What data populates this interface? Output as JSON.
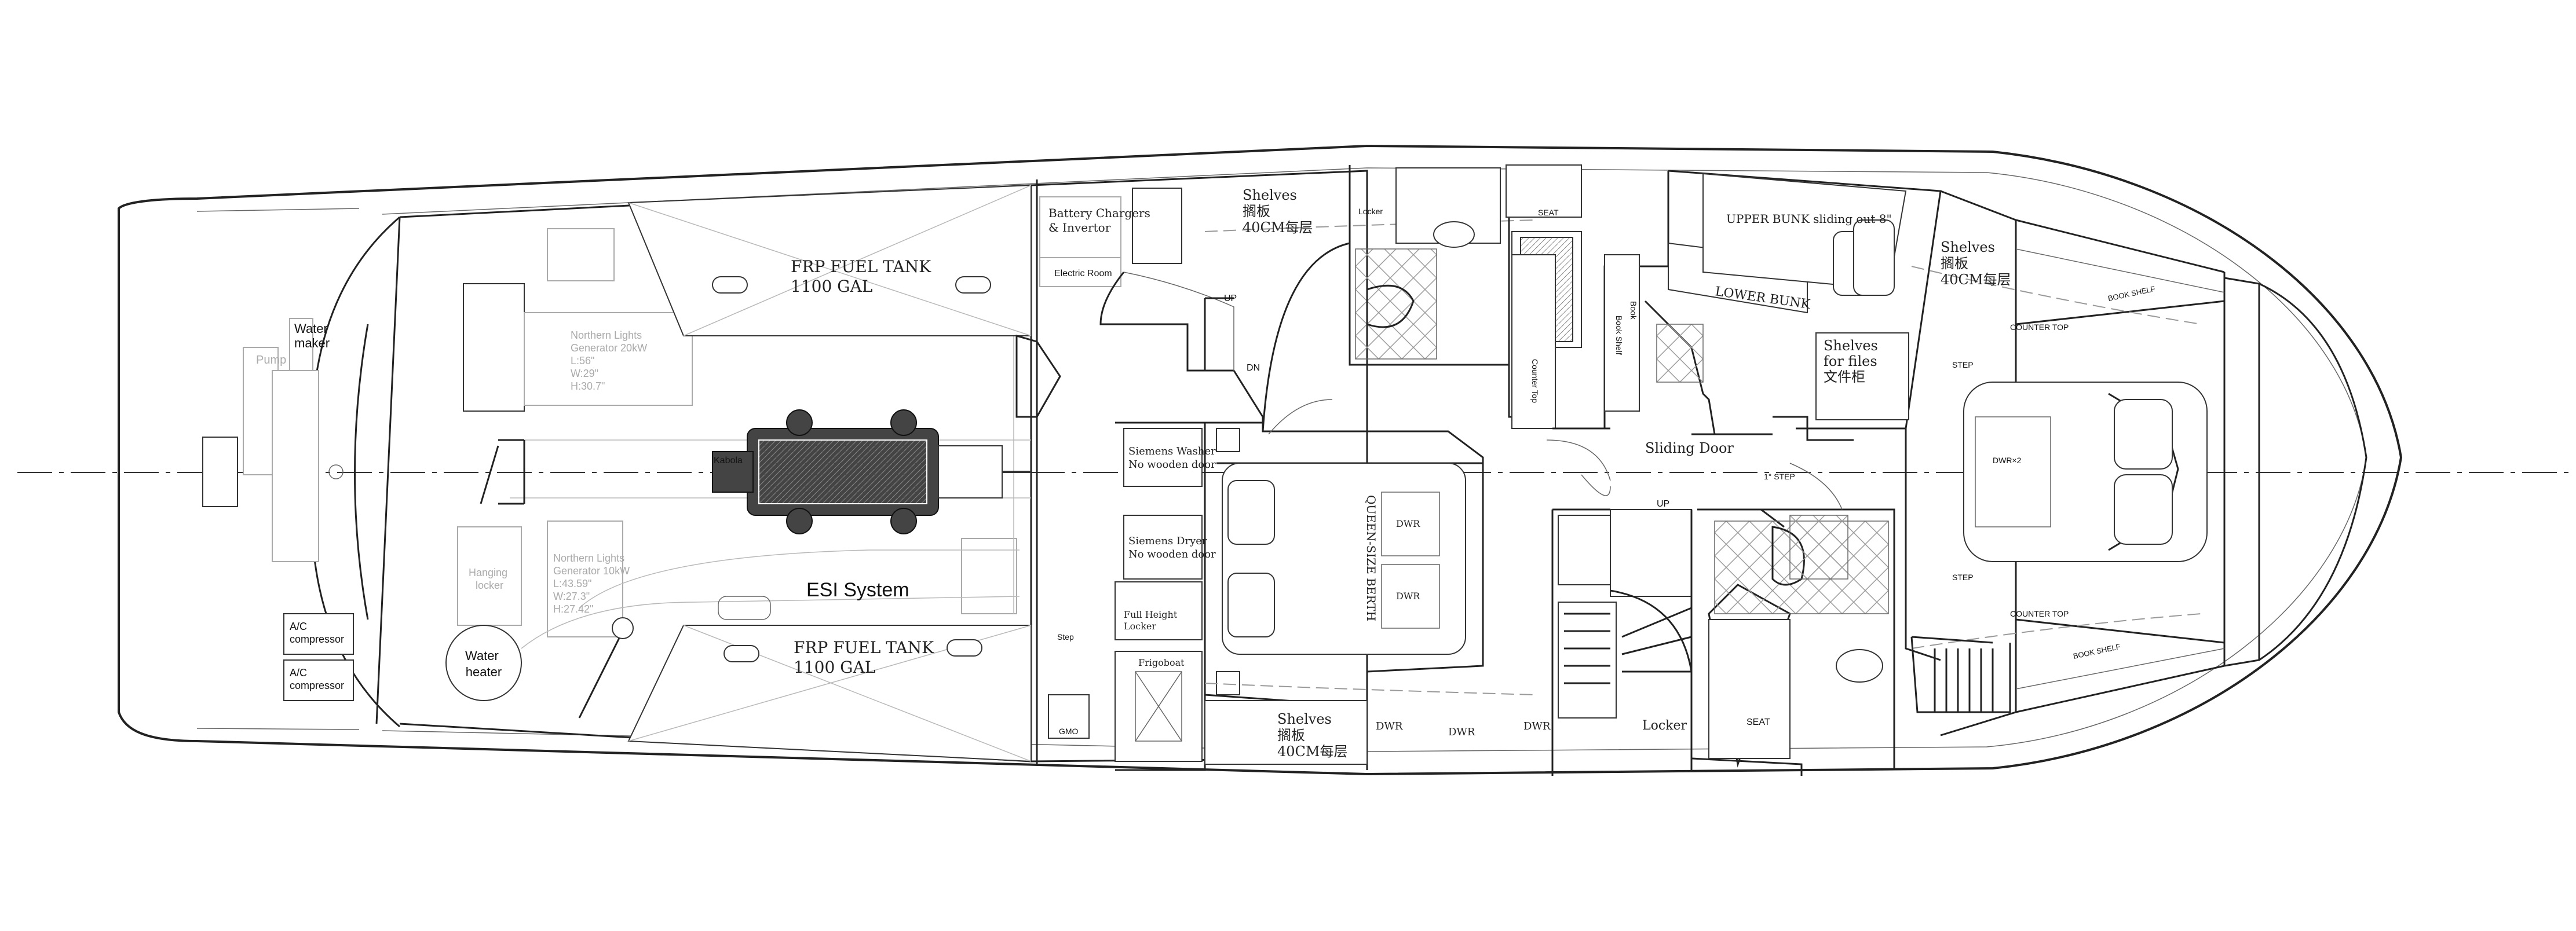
{
  "labels": {
    "water_maker": [
      "Water",
      "maker"
    ],
    "pump": "Pump",
    "ac1": [
      "A/C",
      "compressor"
    ],
    "ac2": [
      "A/C",
      "compressor"
    ],
    "water_heater": [
      "Water",
      "heater"
    ],
    "generator_top": [
      "Northern Lights",
      "Generator 20kW",
      "L:56\"",
      "W:29\"",
      "H:30.7\""
    ],
    "generator_bottom": [
      "Northern Lights",
      "Generator 10kW",
      "L:43.59\"",
      "W:27.3\"",
      "H:27.42\""
    ],
    "hanging_locker": [
      "Hanging",
      "locker"
    ],
    "fuel_tank_top": [
      "FRP FUEL TANK",
      "1100 GAL"
    ],
    "fuel_tank_bottom": [
      "FRP FUEL TANK",
      "1100 GAL"
    ],
    "esi_system": "ESI System",
    "battery": [
      "Battery Chargers",
      "& Invertor"
    ],
    "electric_room": "Electric Room",
    "shelves_mid_top": [
      "Shelves",
      "搁板",
      "40CM每层"
    ],
    "shelves_mid_bottom": [
      "Shelves",
      "搁板",
      "40CM每层"
    ],
    "shelves_fwd": [
      "Shelves",
      "搁板",
      "40CM每层"
    ],
    "shelves_files": [
      "Shelves",
      "for files",
      "文件柜"
    ],
    "washer": [
      "Siemens Washer",
      "No wooden door"
    ],
    "dryer": [
      "Siemens Dryer",
      "No wooden door"
    ],
    "full_height_locker": [
      "Full Height",
      "Locker"
    ],
    "frigoboat": "Frigoboat",
    "queen_berth": "QUEEN-SIZE BERTH",
    "sliding_door": "Sliding Door",
    "upper_bunk": "UPPER BUNK sliding out 8\"",
    "lower_bunk": "LOWER BUNK",
    "locker": "Locker",
    "locker_small": "Locker",
    "seat_top": "SEAT",
    "seat_bottom": "SEAT",
    "step_top": "STEP",
    "step_bottom": "STEP",
    "step_mid": "Step",
    "step_small": "1° STEP",
    "counter_top_top": "COUNTER TOP",
    "counter_top_bottom": "COUNTER TOP",
    "book_shelf_top": "BOOK SHELF",
    "book_shelf_bottom": "BOOK SHELF",
    "up_top": "UP",
    "dn": "DN",
    "up_bottom": "UP",
    "dwr1": "DWR",
    "dwr2": "DWR",
    "dwr3": "DWR",
    "dwr_b1": "DWR",
    "dwr_b2": "DWR",
    "dwr_fwd": "DWR×2",
    "book_label": "Book",
    "book_shelf_v": "Book Shelf",
    "counter_top_v": "Counter Top",
    "kabola": "Kabola",
    "gmo": "GMO"
  }
}
